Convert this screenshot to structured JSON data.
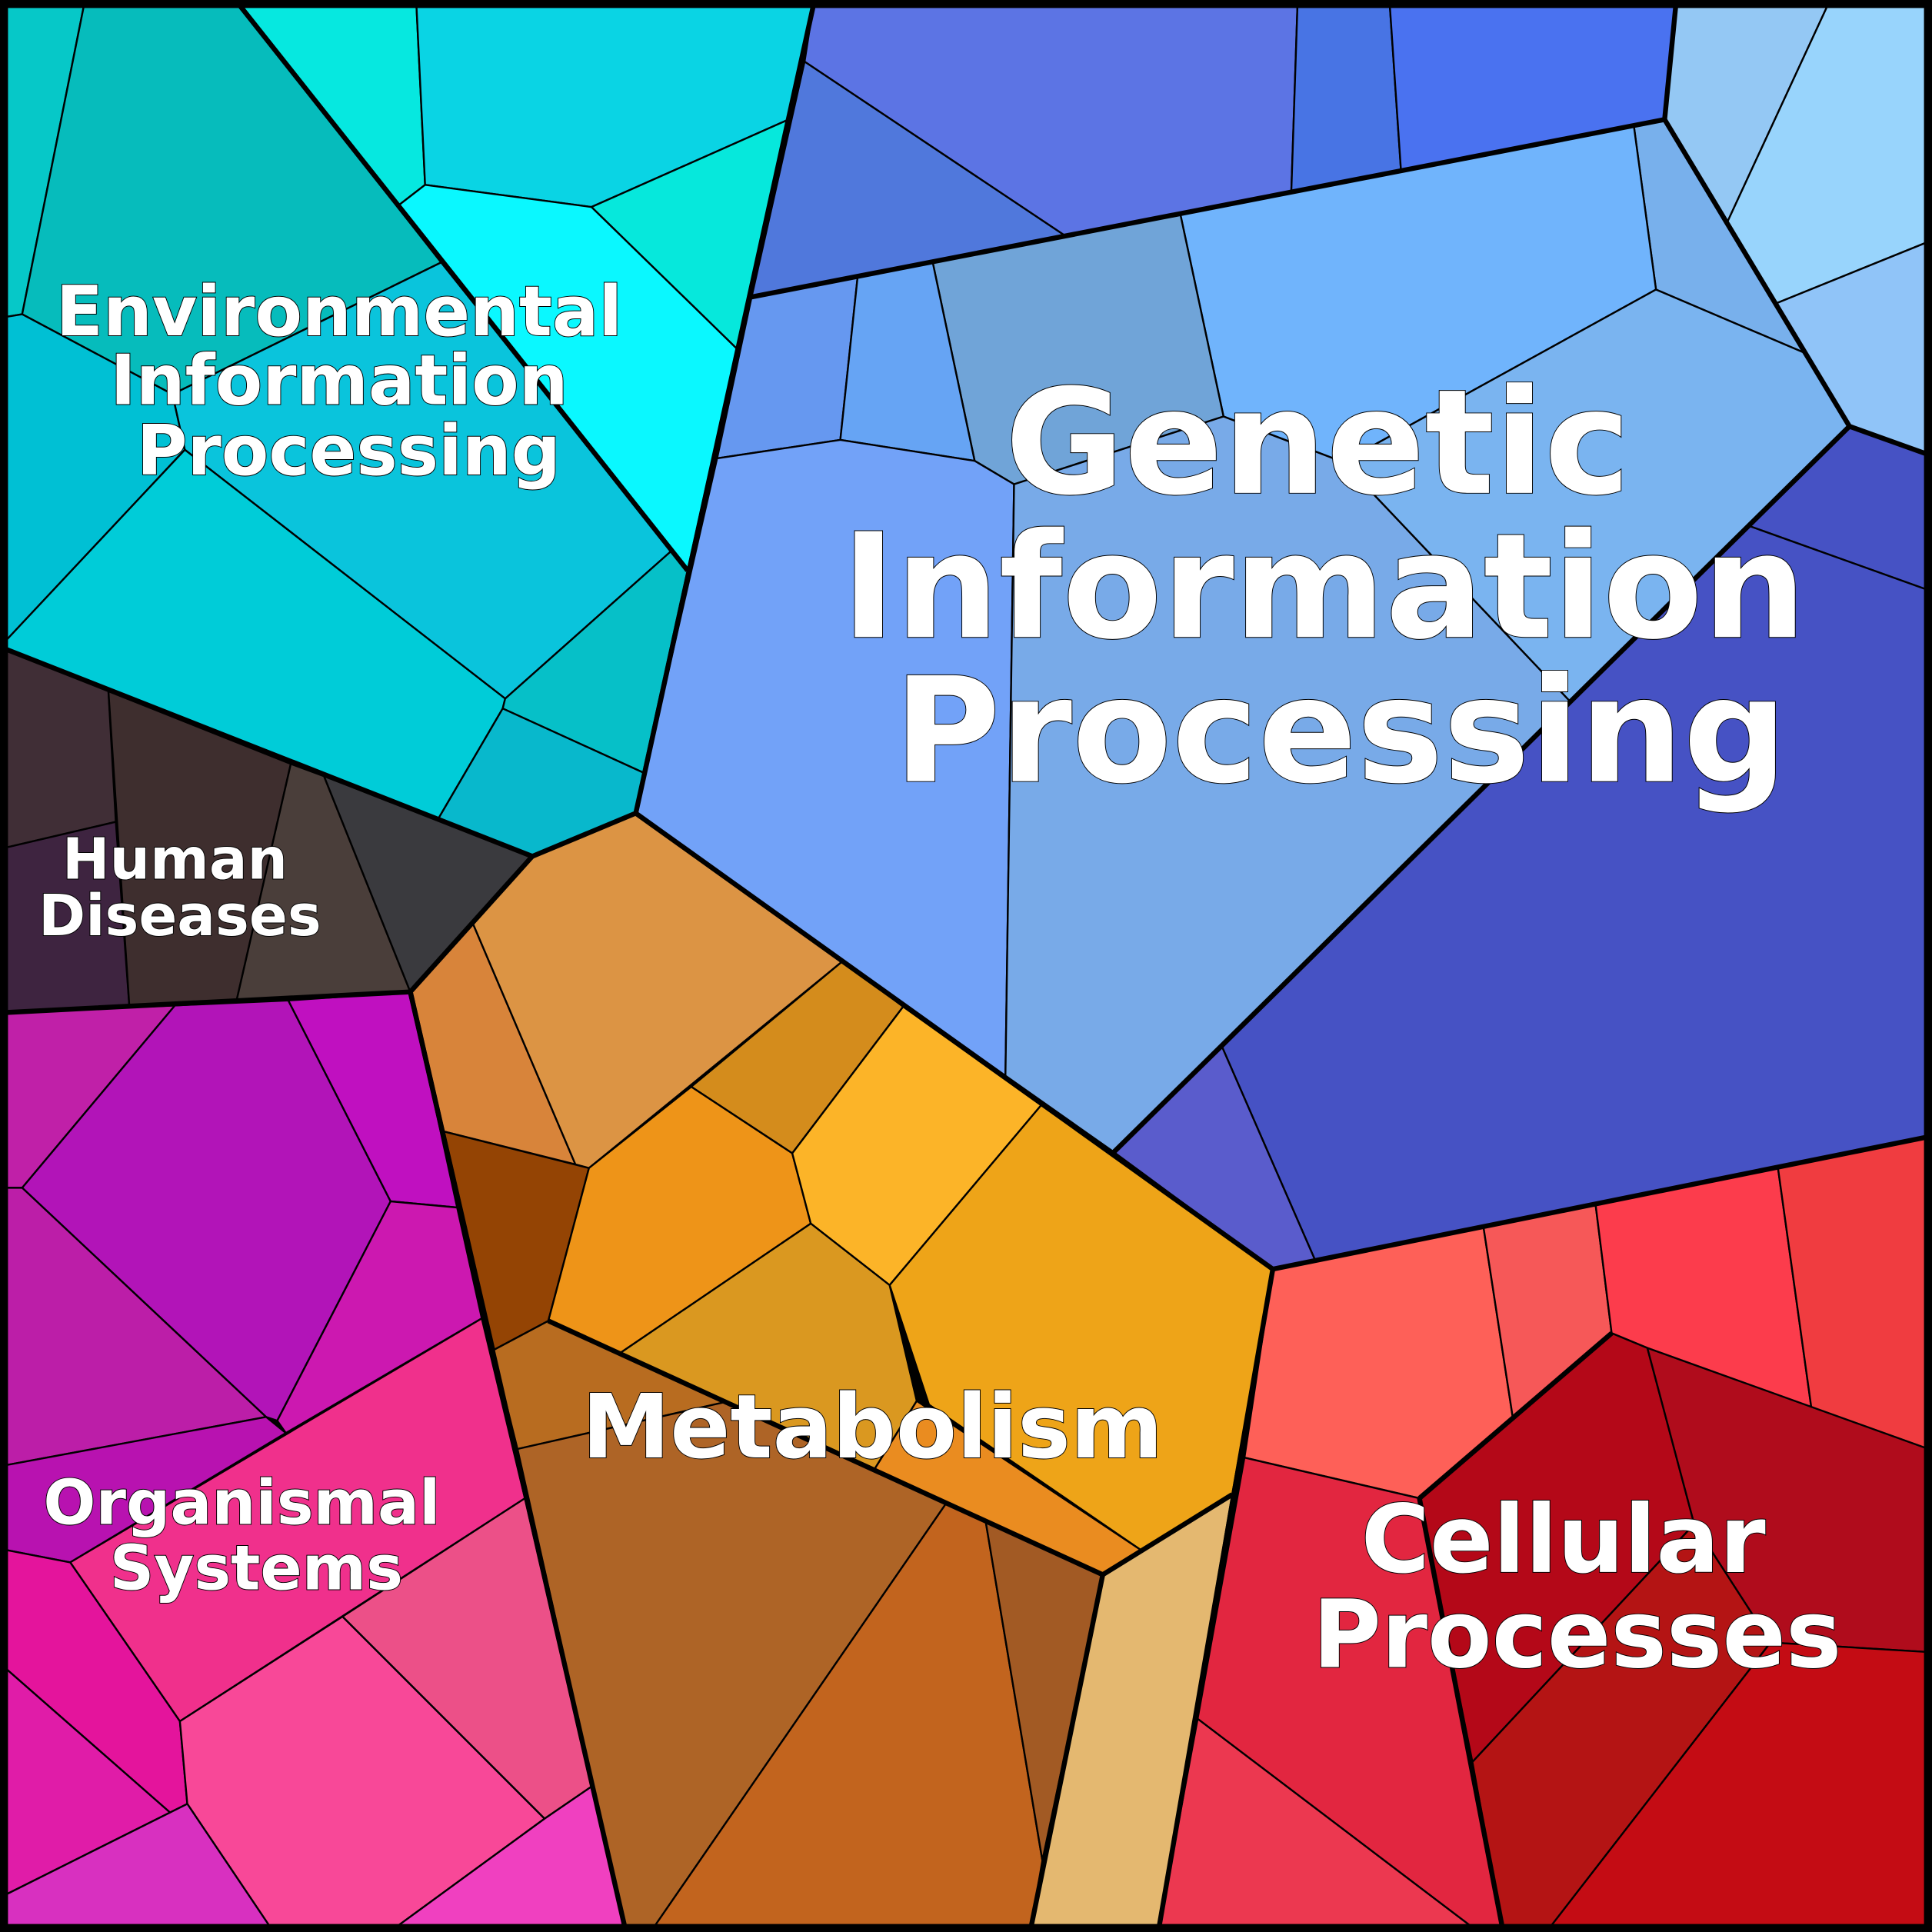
{
  "diagram": {
    "type": "voronoi-treemap",
    "regions": [
      {
        "name": "Environmental Information Processing",
        "lines": [
          "Environmental",
          "Information",
          "Processing"
        ],
        "color": "#0ac4dc"
      },
      {
        "name": "Genetic Information Processing",
        "lines": [
          "Genetic",
          "Information",
          "Processing"
        ],
        "color": "#72a2f8"
      },
      {
        "name": "Human Diseases",
        "lines": [
          "Human",
          "Diseases"
        ],
        "color": "#3e2e2e"
      },
      {
        "name": "Organismal Systems",
        "lines": [
          "Organismal",
          "Systems"
        ],
        "color": "#c010c0"
      },
      {
        "name": "Metabolism",
        "lines": [
          "Metabolism"
        ],
        "color": "#eea418"
      },
      {
        "name": "Cellular Processes",
        "lines": [
          "Cellular",
          "Processes"
        ],
        "color": "#e22640"
      }
    ]
  }
}
